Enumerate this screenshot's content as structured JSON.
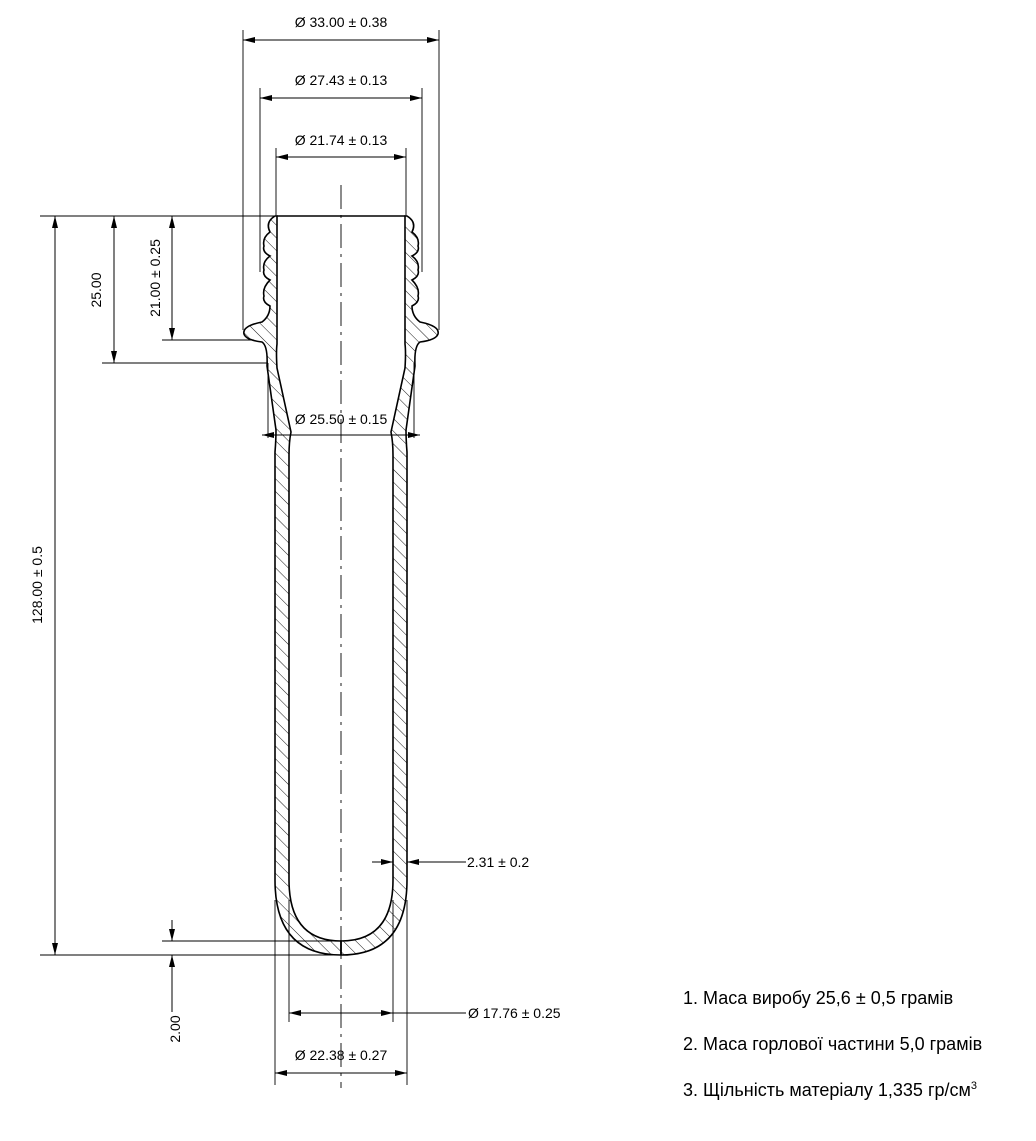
{
  "dimensions": {
    "d_outer_thread": "Ø 33.00 ± 0.38",
    "d_thread_root": "Ø 27.43 ± 0.13",
    "d_bore": "Ø 21.74 ± 0.13",
    "d_body_top": "Ø 25.50 ± 0.15",
    "neck_height": "25.00",
    "thread_height": "21.00 ± 0.25",
    "total_length": "128.00 ± 0.5",
    "wall_thickness": "2.31 ± 0.2",
    "bottom_thickness": "2.00",
    "d_inner_bottom": "Ø 17.76 ± 0.25",
    "d_outer_bottom": "Ø 22.38 ± 0.27"
  },
  "notes": [
    {
      "text": "1. Маса виробу 25,6 ± 0,5 грамів",
      "sup": ""
    },
    {
      "text": "2. Маса горлової частини 5,0 грамів",
      "sup": ""
    },
    {
      "text": "3. Щільність матеріалу 1,335 гр/см",
      "sup": "3"
    }
  ]
}
